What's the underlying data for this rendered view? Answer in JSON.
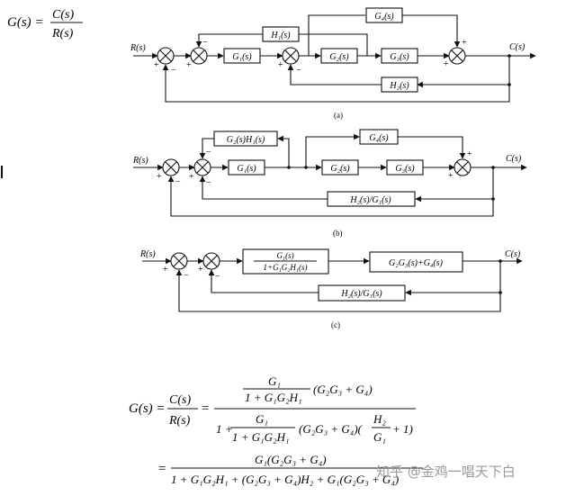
{
  "top_formula": {
    "lhs": "G(s) =",
    "num": "C(s)",
    "den": "R(s)"
  },
  "diagram_a": {
    "caption": "(a)",
    "input": "R(s)",
    "output": "C(s)",
    "blocks": {
      "g1": "G₁(s)",
      "g2": "G₂(s)",
      "g3": "G₃(s)",
      "g4": "G₄(s)",
      "h1": "H₁(s)",
      "h2": "H₂(s)"
    }
  },
  "diagram_b": {
    "caption": "(b)",
    "input": "R(s)",
    "output": "C(s)",
    "blocks": {
      "g2h1": "G₂(s)H₁(s)",
      "g1": "G₁(s)",
      "g2": "G₂(s)",
      "g3": "G₃(s)",
      "g4": "G₄(s)",
      "h2g1": "H₂(s)/G₁(s)"
    }
  },
  "diagram_c": {
    "caption": "(c)",
    "input": "R(s)",
    "output": "C(s)",
    "blocks": {
      "fwd_num": "G₁(s)",
      "fwd_den": "1+G₁G₂H₁(s)",
      "gsum": "G₂G₃(s)+G₄(s)",
      "h2g1": "H₂(s)/G₁(s)"
    }
  },
  "signs": {
    "plus": "+",
    "minus": "−"
  },
  "result": {
    "lhs": "G(s) =",
    "ratio_num": "C(s)",
    "ratio_den": "R(s)",
    "eq": "=",
    "t1_num": "G₁",
    "t1_den": "1 + G₁G₂H₁",
    "t1_rest": "(G₂G₃ + G₄)",
    "d_one": "1 +",
    "d_num": "G₁",
    "d_den": "1 + G₁G₂H₁",
    "d_rest": "(G₂G₃ + G₄)(",
    "d_h2": "H₂",
    "d_g1": "G₁",
    "d_close": "+ 1)",
    "final_eq": "=",
    "final_num": "G₁(G₂G₃ + G₄)",
    "final_den": "1 + G₁G₂H₁ + (G₂G₃ + G₄)H₂ + G₁(G₂G₃ + G₄)"
  },
  "watermark": "知乎 @金鸡一唱天下白"
}
